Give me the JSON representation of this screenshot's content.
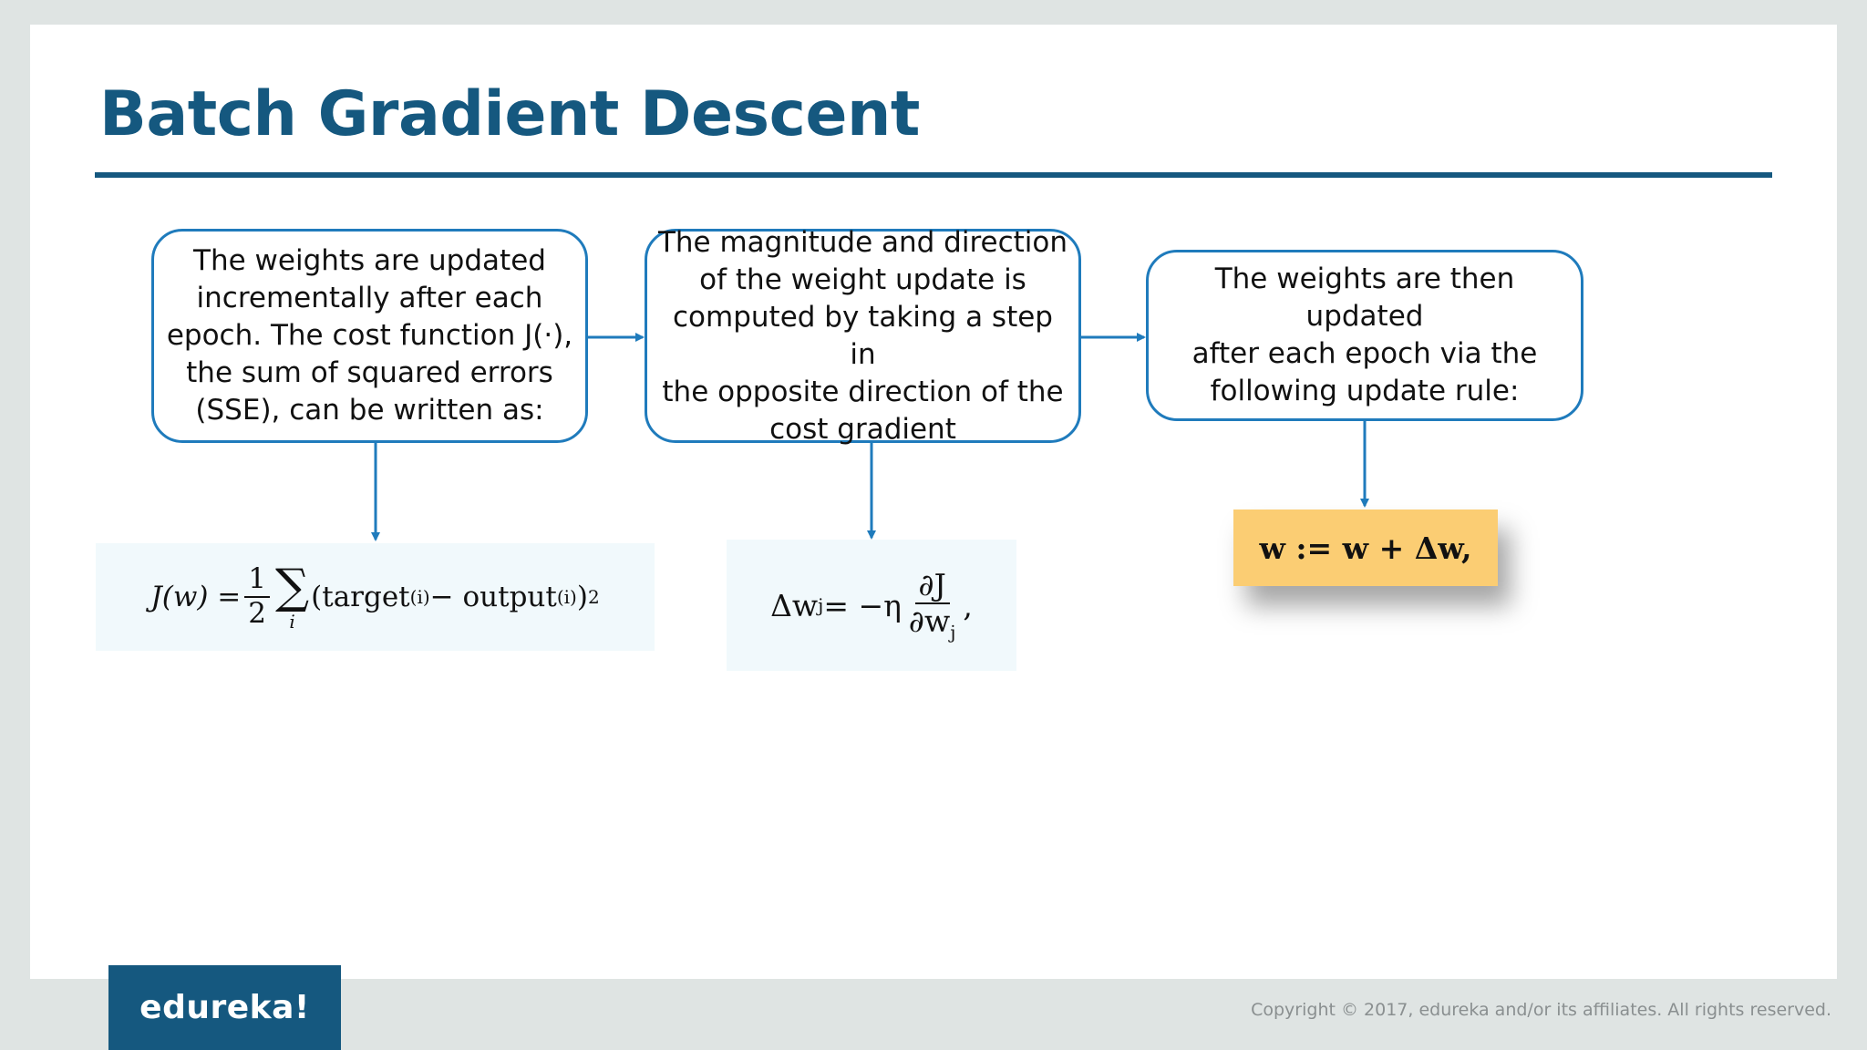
{
  "slide": {
    "title": "Batch Gradient Descent"
  },
  "steps": [
    {
      "text": "The weights are updated\nincrementally after each\nepoch. The cost function J(·),\nthe sum of squared errors\n(SSE), can be written as:"
    },
    {
      "text": "The magnitude and direction\nof the weight update is\ncomputed by taking a step in\nthe opposite direction of the\ncost gradient"
    },
    {
      "text": "The weights are then updated\nafter each epoch via the\nfollowing update rule:"
    }
  ],
  "formulas": {
    "cost_lhs": "J(w) =",
    "half_num": "1",
    "half_den": "2",
    "sum_symbol": "∑",
    "sum_index": "i",
    "target": "(target",
    "target_sup": "(i)",
    "minus": " − output",
    "output_sup": "(i)",
    "close": ")",
    "square": "2",
    "delta_lhs": "Δw",
    "delta_sub": "j",
    "delta_eq": " = −η",
    "grad_num": "∂J",
    "grad_den": "∂w",
    "grad_den_sub": "j",
    "comma": ",",
    "update_rule": "w := w + Δw,"
  },
  "colors": {
    "brand": "#15587f",
    "box_border": "#1f7bbc",
    "arrow": "#1f7bbc",
    "highlight": "#fbcd73"
  },
  "footer": {
    "logo": "edureka!",
    "copyright": "Copyright © 2017, edureka and/or its affiliates. All rights reserved."
  }
}
